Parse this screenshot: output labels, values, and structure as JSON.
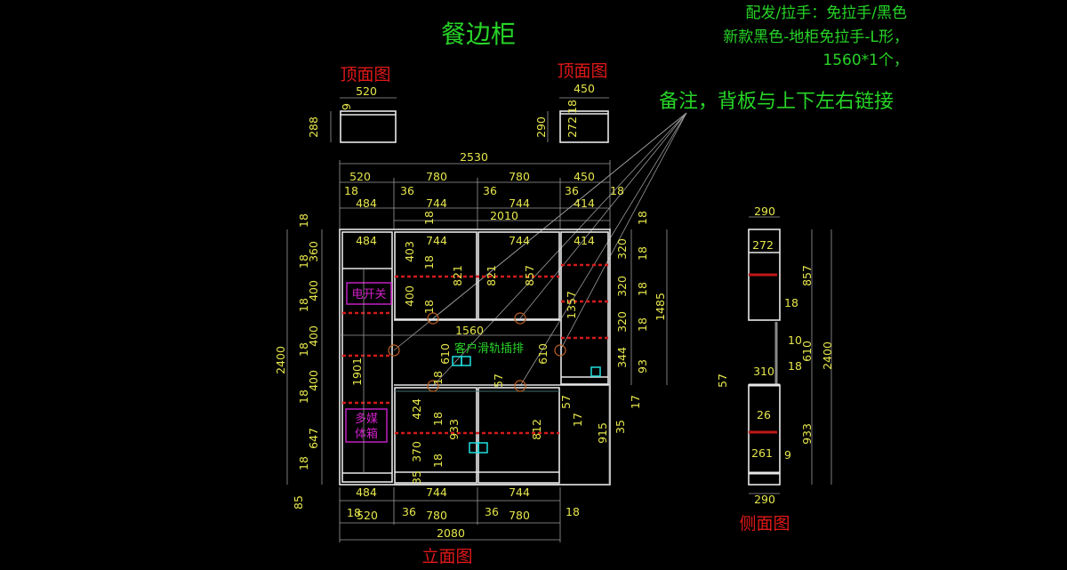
{
  "title": "餐边柜",
  "notes": [
    "配发/拉手：免拉手/黑色",
    "新款黑色-地柜免拉手-L形，",
    "1560*1个，"
  ],
  "remark": "备注，背板与上下左右链接",
  "view_labels": {
    "top_left": "顶面图",
    "top_right": "顶面图",
    "elevation": "立面图",
    "side": "侧面图"
  },
  "labels": {
    "switch": "电开关",
    "media_1": "多媒",
    "media_2": "体箱",
    "rail": "客户滑轨插排"
  },
  "top_view_left": [
    "520",
    "9",
    "288"
  ],
  "top_view_right": [
    "450",
    "18",
    "290",
    "272"
  ],
  "overall_top": [
    "2530",
    "520",
    "780",
    "780",
    "450",
    "18",
    "36",
    "36",
    "36",
    "18",
    "484",
    "744",
    "744",
    "414",
    "2010",
    "18"
  ],
  "elevation_inner": [
    "484",
    "744",
    "744",
    "414",
    "403",
    "18",
    "821",
    "821",
    "857",
    "400",
    "18",
    "1357",
    "1560",
    "610",
    "610"
  ],
  "elevation_left": [
    "18",
    "360",
    "18",
    "400",
    "18",
    "400",
    "18",
    "400",
    "18",
    "647",
    "18",
    "2400",
    "1901",
    "85"
  ],
  "elevation_lower": [
    "18",
    "57",
    "424",
    "18",
    "933",
    "812",
    "370",
    "18",
    "35"
  ],
  "elevation_right": [
    "18",
    "320",
    "18",
    "320",
    "18",
    "320",
    "18",
    "344",
    "93",
    "1485",
    "57",
    "17",
    "915",
    "35",
    "17"
  ],
  "elevation_bottom": [
    "484",
    "744",
    "744",
    "18",
    "520",
    "36",
    "780",
    "36",
    "780",
    "18",
    "2080"
  ],
  "side": [
    "290",
    "272",
    "857",
    "18",
    "10",
    "610",
    "18",
    "310",
    "57",
    "26",
    "933",
    "261",
    "9",
    "290",
    "2400"
  ],
  "colors": {
    "background": "#000000",
    "dimension": "#e6e64c",
    "title": "#27d427",
    "view_label": "#e01818",
    "panel": "#e8e8e8"
  }
}
